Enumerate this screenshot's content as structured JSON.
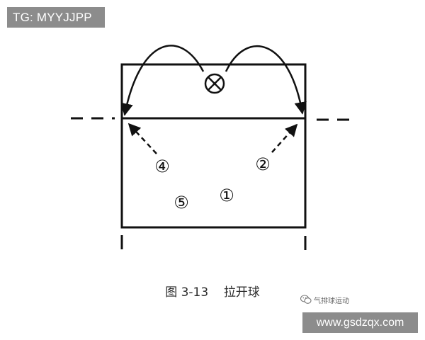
{
  "watermark_top": "TG: MYYJJPP",
  "diagram": {
    "server_symbol": "⊗",
    "players": [
      {
        "id": "p1",
        "label": "①"
      },
      {
        "id": "p2",
        "label": "②"
      },
      {
        "id": "p4",
        "label": "④"
      },
      {
        "id": "p5",
        "label": "⑤"
      }
    ]
  },
  "caption": {
    "figure": "图 3-13",
    "title": "拉开球"
  },
  "wechat": {
    "icon": "wechat-icon",
    "text": "气排球运动"
  },
  "watermark_bottom": "www.gsdzqx.com"
}
